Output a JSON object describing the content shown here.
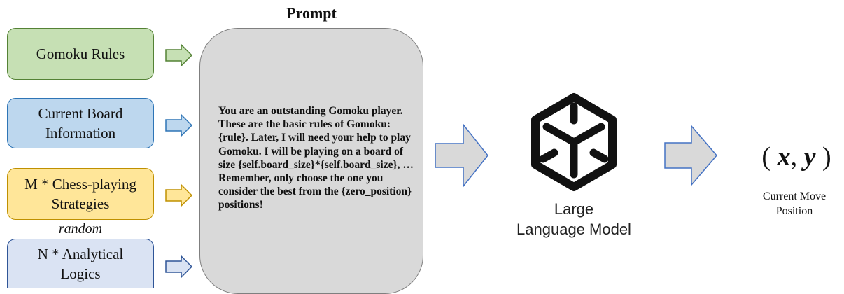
{
  "inputs": {
    "rules": "Gomoku Rules",
    "board_line1": "Current Board",
    "board_line2": "Information",
    "strategies_line1": "M * Chess-playing",
    "strategies_line2": "Strategies",
    "random_label": "random",
    "logics_line1": "N * Analytical",
    "logics_line2": "Logics"
  },
  "prompt": {
    "title": "Prompt",
    "text_block1": "You are an outstanding Gomoku player. These are the basic rules of Gomoku: {rule}. Later, I will need your help to play Gomoku. I will be playing on a board of size {self.board_size}*{self.board_size}, …",
    "text_block2": "Remember, only choose the one you consider the best from the {zero_position} positions!"
  },
  "model": {
    "label_line1": "Large",
    "label_line2": "Language Model",
    "icon": "cube-icon"
  },
  "output": {
    "open_paren": "(",
    "x": "x",
    "comma": ",",
    "y": "y",
    "close_paren": ")",
    "label_line1": "Current Move",
    "label_line2": "Position"
  },
  "colors": {
    "rules_fill": "#c6e0b4",
    "board_fill": "#bdd7ee",
    "strategies_fill": "#ffe699",
    "logics_fill": "#dae3f3",
    "prompt_fill": "#d9d9d9",
    "big_arrow_fill": "#d9d9d9",
    "big_arrow_stroke": "#4472c4"
  }
}
